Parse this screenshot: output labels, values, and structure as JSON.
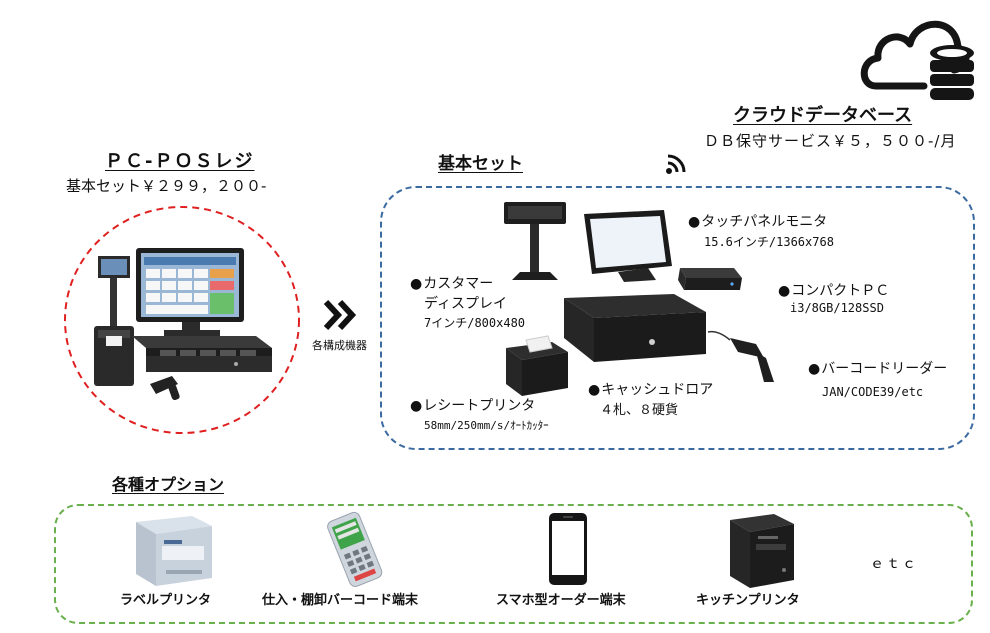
{
  "cloud": {
    "title": "クラウドデータベース",
    "subtitle": "ＤＢ保守サービス￥５，５００-/月",
    "icon": "cloud-database-icon"
  },
  "pos": {
    "title": "ＰＣ-ＰＯＳレジ",
    "price": "基本セット￥２９９，２００-"
  },
  "arrow_label": "各構成機器",
  "basic_set": {
    "title": "基本セット",
    "items": [
      {
        "label": "タッチパネルモニタ",
        "spec": "15.6インチ/1366x768"
      },
      {
        "label": "コンパクトＰＣ",
        "spec": "i3/8GB/128SSD"
      },
      {
        "label": "カスタマー",
        "label2": "ディスプレイ",
        "spec": "7インチ/800x480"
      },
      {
        "label": "バーコードリーダー",
        "spec": "JAN/CODE39/etc"
      },
      {
        "label": "キャッシュドロア",
        "spec": "４札、８硬貨"
      },
      {
        "label": "レシートプリンタ",
        "spec": "58mm/250mm/s/ｵｰﾄｶｯﾀｰ"
      }
    ]
  },
  "options": {
    "title": "各種オプション",
    "items": [
      {
        "label": "ラベルプリンタ"
      },
      {
        "label": "仕入・棚卸バーコード端末"
      },
      {
        "label": "スマホ型オーダー端末"
      },
      {
        "label": "キッチンプリンタ"
      },
      {
        "label": "ｅｔｃ"
      }
    ]
  },
  "colors": {
    "red_dash": "#e02020",
    "blue_dash": "#3a6aa0",
    "green_dash": "#6ab04c",
    "dark": "#1b1b1b"
  }
}
